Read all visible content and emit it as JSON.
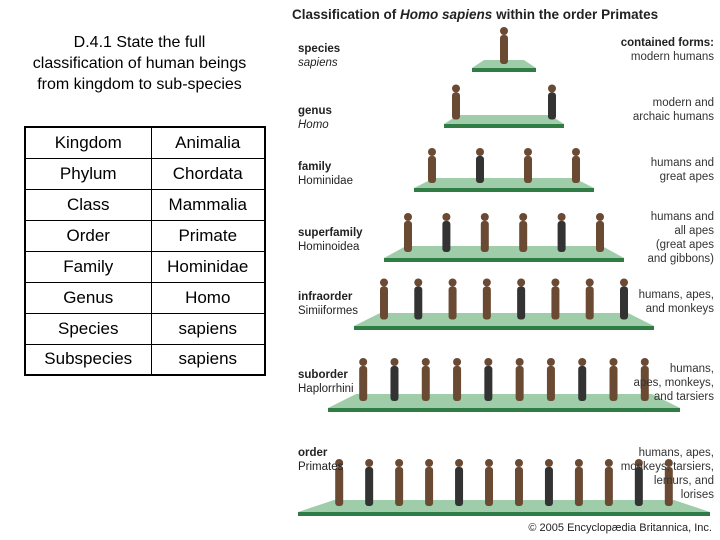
{
  "heading": {
    "line1": "D.4.1 State the full",
    "line2": "classification of human beings",
    "line3": "from kingdom to sub-species"
  },
  "table": [
    {
      "rank": "Kingdom",
      "name": "Animalia"
    },
    {
      "rank": "Phylum",
      "name": "Chordata"
    },
    {
      "rank": "Class",
      "name": "Mammalia"
    },
    {
      "rank": "Order",
      "name": "Primate"
    },
    {
      "rank": "Family",
      "name": "Hominidae"
    },
    {
      "rank": "Genus",
      "name": "Homo"
    },
    {
      "rank": "Species",
      "name": "sapiens"
    },
    {
      "rank": "Subspecies",
      "name": "sapiens"
    }
  ],
  "figure": {
    "title_a": "Classification of ",
    "title_b": "Homo sapiens",
    "title_c": " within the order Primates",
    "forms_header": "contained forms:",
    "levels": [
      {
        "rank": "species",
        "name": "sapiens",
        "forms": [
          "modern humans"
        ]
      },
      {
        "rank": "genus",
        "name": "Homo",
        "forms": [
          "modern and",
          "archaic humans"
        ]
      },
      {
        "rank": "family",
        "name": "Hominidae",
        "forms": [
          "humans and",
          "great apes"
        ]
      },
      {
        "rank": "superfamily",
        "name": "Hominoidea",
        "forms": [
          "humans and",
          "all apes",
          "(great apes",
          "and gibbons)"
        ]
      },
      {
        "rank": "infraorder",
        "name": "Simiiformes",
        "forms": [
          "humans, apes,",
          "and monkeys"
        ]
      },
      {
        "rank": "suborder",
        "name": "Haplorrhini",
        "forms": [
          "humans,",
          "apes, monkeys,",
          "and tarsiers"
        ]
      },
      {
        "rank": "order",
        "name": "Primates",
        "forms": [
          "humans, apes,",
          "monkeys, tarsiers,",
          "lemurs, and",
          "lorises"
        ]
      }
    ],
    "copyright": "© 2005 Encyclopædia Britannica, Inc.",
    "colors": {
      "platform": "#8fc49a",
      "platform_edge": "#2f7d45",
      "figure": "#6b4a33"
    }
  }
}
